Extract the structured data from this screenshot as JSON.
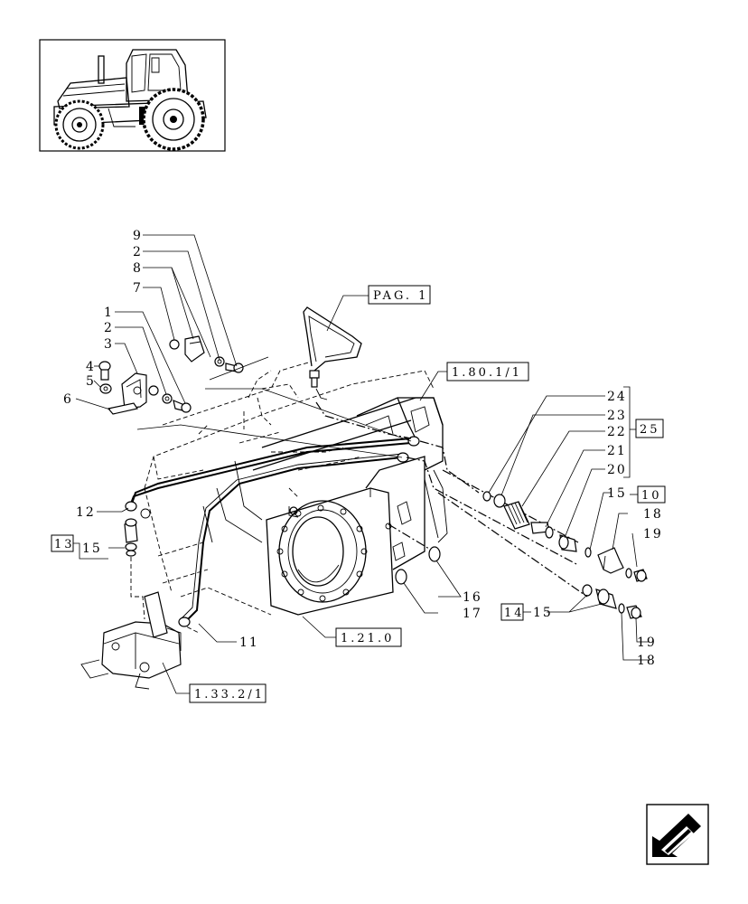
{
  "callouts": {
    "c1": "1",
    "c2a": "2",
    "c2b": "2",
    "c3": "3",
    "c4": "4",
    "c5": "5",
    "c6": "6",
    "c7": "7",
    "c8": "8",
    "c9": "9",
    "c11": "11",
    "c12": "12",
    "c15a": "15",
    "c15b": "15",
    "c15c": "15",
    "c16": "16",
    "c17": "17",
    "c18a": "18",
    "c18b": "18",
    "c19a": "19",
    "c19b": "19",
    "c20": "20",
    "c21": "21",
    "c22": "22",
    "c23": "23",
    "c24": "24"
  },
  "ref_boxes": {
    "pag": "PAG. 1",
    "r1801": "1.80.1/1",
    "r121": "1.21.0",
    "r1332": "1.33.2/1",
    "b13": "13",
    "b14": "14",
    "b10": "10",
    "b25": "25"
  },
  "icons": {
    "thumbnail": "tractor-thumbnail-icon",
    "navigation": "navigation-arrow-icon"
  },
  "colors": {
    "ink": "#000000",
    "paper": "#ffffff"
  }
}
